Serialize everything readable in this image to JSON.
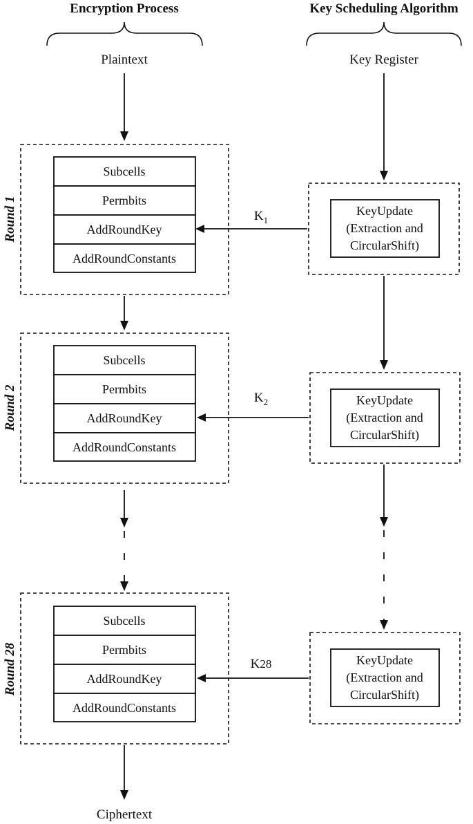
{
  "headers": {
    "left": "Encryption Process",
    "right": "Key Scheduling Algorithm"
  },
  "inputs": {
    "plaintext": "Plaintext",
    "key_register": "Key Register"
  },
  "rounds": [
    {
      "label": "Round 1",
      "steps": [
        "Subcells",
        "Permbits",
        "AddRoundKey",
        "AddRoundConstants"
      ],
      "key_base": "K",
      "key_sub": "1",
      "key_update": [
        "KeyUpdate",
        "(Extraction and",
        "CircularShift)"
      ]
    },
    {
      "label": "Round 2",
      "steps": [
        "Subcells",
        "Permbits",
        "AddRoundKey",
        "AddRoundConstants"
      ],
      "key_base": "K",
      "key_sub": "2",
      "key_update": [
        "KeyUpdate",
        "(Extraction and",
        "CircularShift)"
      ]
    },
    {
      "label": "Round 28",
      "steps": [
        "Subcells",
        "Permbits",
        "AddRoundKey",
        "AddRoundConstants"
      ],
      "key_base": "K",
      "key_sub": "28",
      "key_update": [
        "KeyUpdate",
        "(Extraction and",
        "CircularShift)"
      ]
    }
  ],
  "output": {
    "ciphertext": "Ciphertext"
  }
}
